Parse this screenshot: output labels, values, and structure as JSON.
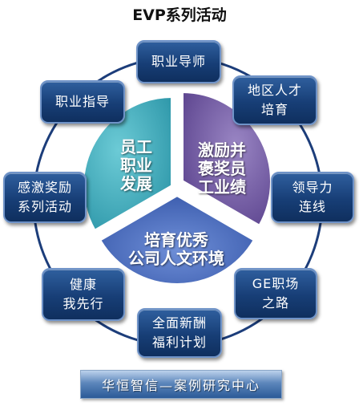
{
  "title": "EVP系列活动",
  "segments": {
    "left": [
      "员工",
      "职业",
      "发展"
    ],
    "right": [
      "激励并",
      "褒奖员",
      "工业绩"
    ],
    "bottom": [
      "培育优秀",
      "公司人文环境"
    ]
  },
  "nodes": {
    "mentor": [
      "职业导师"
    ],
    "regional": [
      "地区人才",
      "培育"
    ],
    "guidance": [
      "职业指导"
    ],
    "leadership": [
      "领导力",
      "连线"
    ],
    "rewards": [
      "感激奖励",
      "系列活动"
    ],
    "ge_path": [
      "GE职场",
      "之路"
    ],
    "health": [
      "健康",
      "我先行"
    ],
    "benefits": [
      "全面新酬",
      "福利计划"
    ]
  },
  "footer": "华恒智信—案例研究中心",
  "colors": {
    "ring": "#1c3d7a",
    "segment_left": "#4ab0c0",
    "segment_right": "#7b62a8",
    "segment_bottom": "#4f6fc0",
    "node": "#173e76"
  }
}
